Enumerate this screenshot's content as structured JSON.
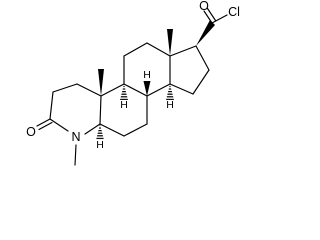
{
  "structure": {
    "atoms": {
      "ketone_oxygen": "O",
      "acyl_oxygen": "O",
      "chlorine": "Cl",
      "nitrogen": "N"
    },
    "stereo_hydrogens": {
      "h_c5": "H",
      "h_c8": "H",
      "h_c9": "H",
      "h_c14": "H"
    }
  }
}
